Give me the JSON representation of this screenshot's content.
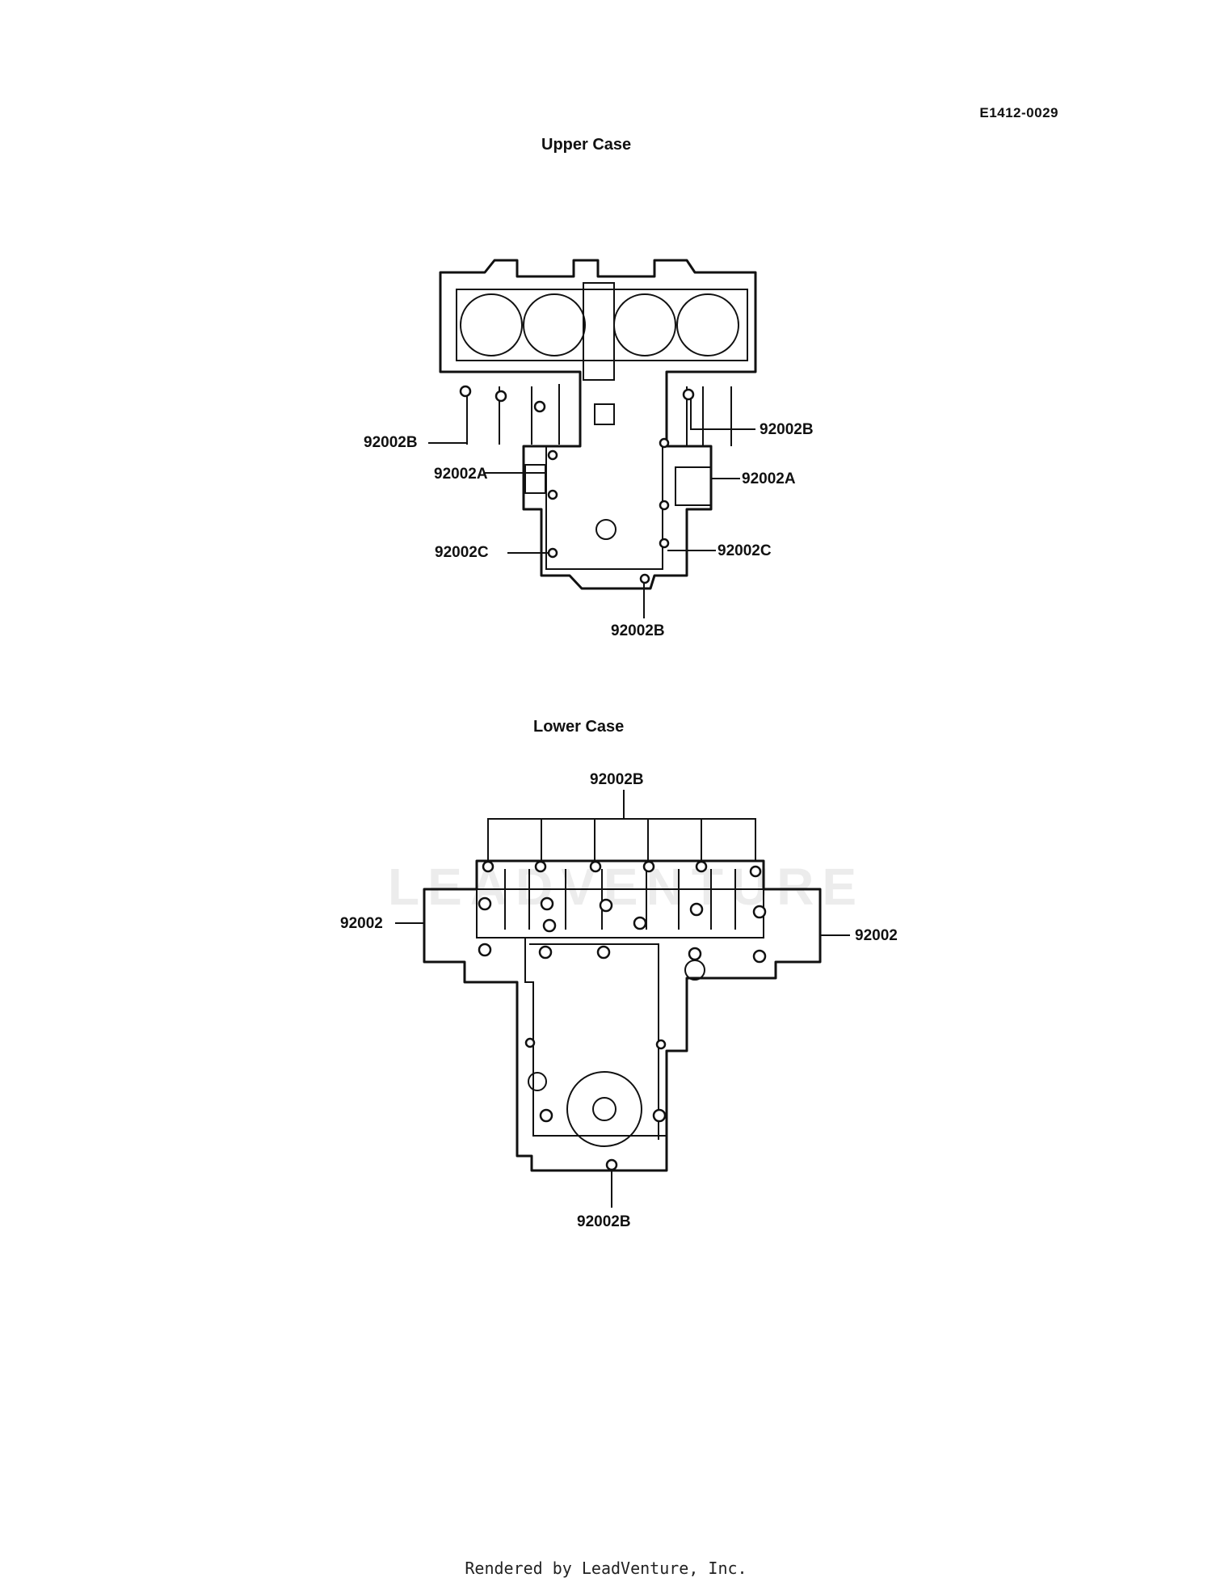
{
  "drawing_id": "E1412-0029",
  "sections": {
    "upper": {
      "title": "Upper Case",
      "callouts": [
        "92002B",
        "92002A",
        "92002C",
        "92002B",
        "92002A",
        "92002C",
        "92002B"
      ]
    },
    "lower": {
      "title": "Lower Case",
      "callouts": [
        "92002B",
        "92002",
        "92002",
        "92002B"
      ]
    }
  },
  "watermark": "LEADVENTURE",
  "footer": "Rendered by LeadVenture, Inc."
}
